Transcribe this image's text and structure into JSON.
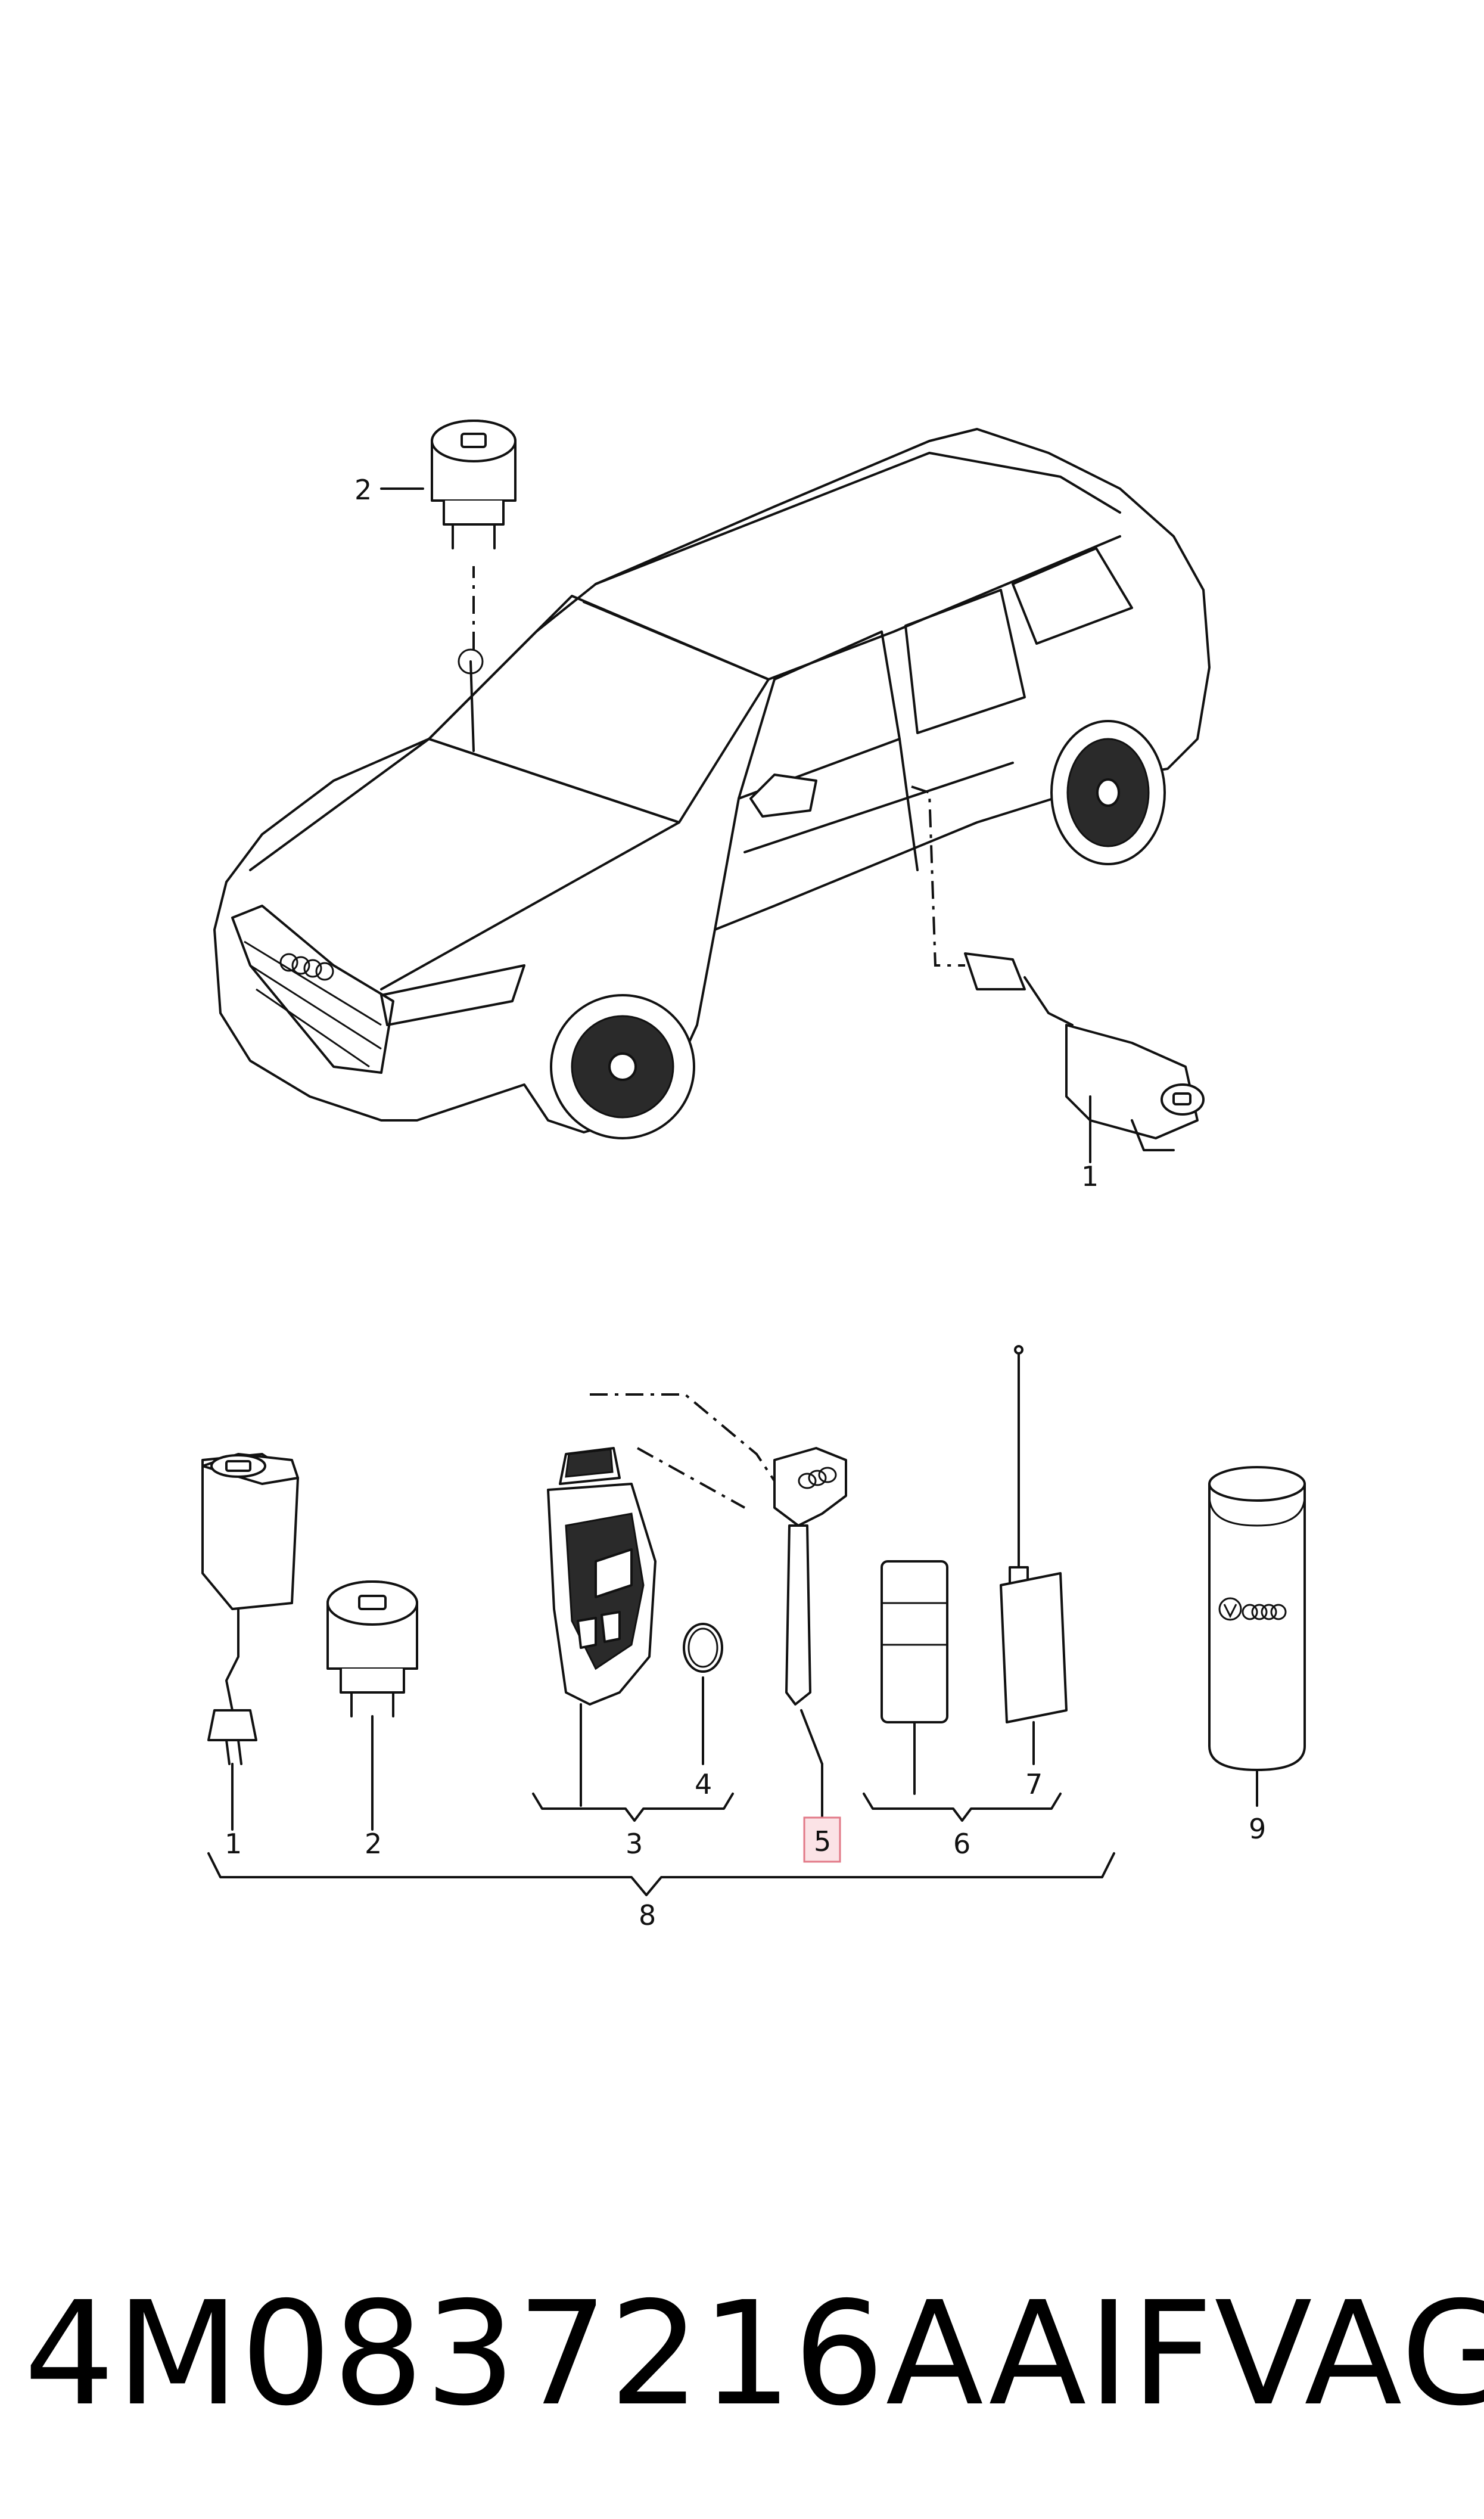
{
  "callouts": {
    "c1_top": "1",
    "c2_top": "2",
    "c1": "1",
    "c2": "2",
    "c3": "3",
    "c4": "4",
    "c5": "5",
    "c6": "6",
    "c7": "7",
    "c8": "8",
    "c9": "9"
  },
  "footer": {
    "part_number": "4M0837216AAIF",
    "brand": "VAG"
  },
  "icons": [
    "car-illustration",
    "lock-cylinder-icon",
    "ignition-lock-icon",
    "remote-key-icon",
    "battery-coin-icon",
    "emergency-key-icon",
    "transponder-card-icon",
    "antenna-card-icon",
    "spray-can-icon"
  ],
  "colors": {
    "ink": "#111111",
    "highlight_fill": "#fbe3e6",
    "highlight_stroke": "#e27a88"
  }
}
